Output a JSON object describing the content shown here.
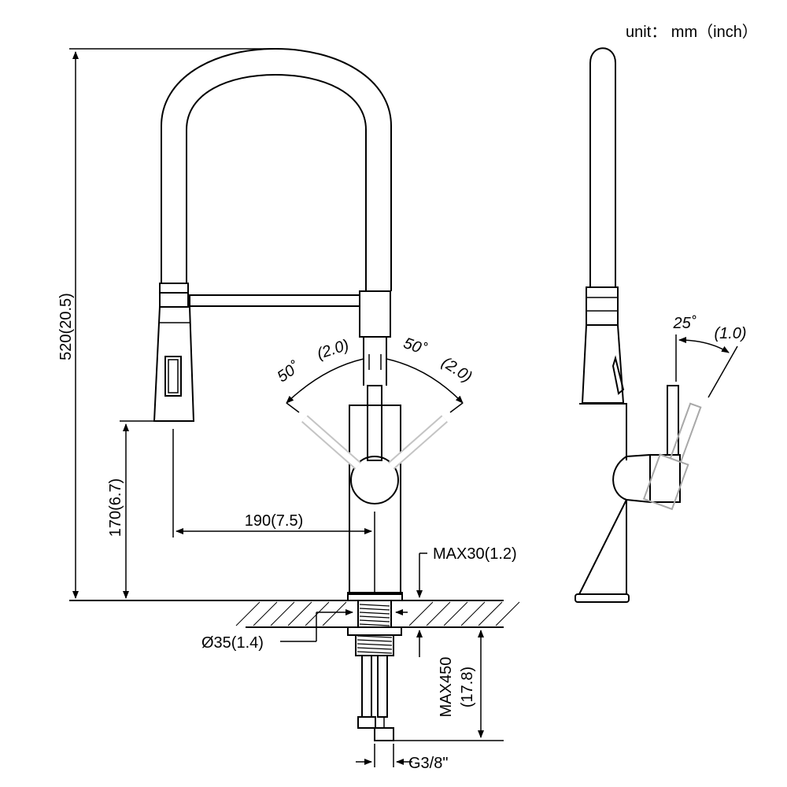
{
  "units_note": "unit： mm（inch）",
  "dimensions": {
    "total_height": "520(20.5)",
    "spout_height": "170(6.7)",
    "reach": "190(7.5)",
    "max_deck_thickness": "MAX30(1.2)",
    "hole_diameter": "Ø35(1.4)",
    "max_hose_length_mm": "MAX450",
    "max_hose_length_in": "(17.8)",
    "connector_thread": "G3/8\""
  },
  "handle_rotation": {
    "left_angle": "50˚",
    "left_value": "(2.0)",
    "right_angle": "50˚",
    "right_value": "(2.0)",
    "side_angle": "25˚",
    "side_value": "(1.0)"
  },
  "colors": {
    "line": "#000000",
    "ghost_handle": "#a8a8a8",
    "background": "#ffffff"
  }
}
